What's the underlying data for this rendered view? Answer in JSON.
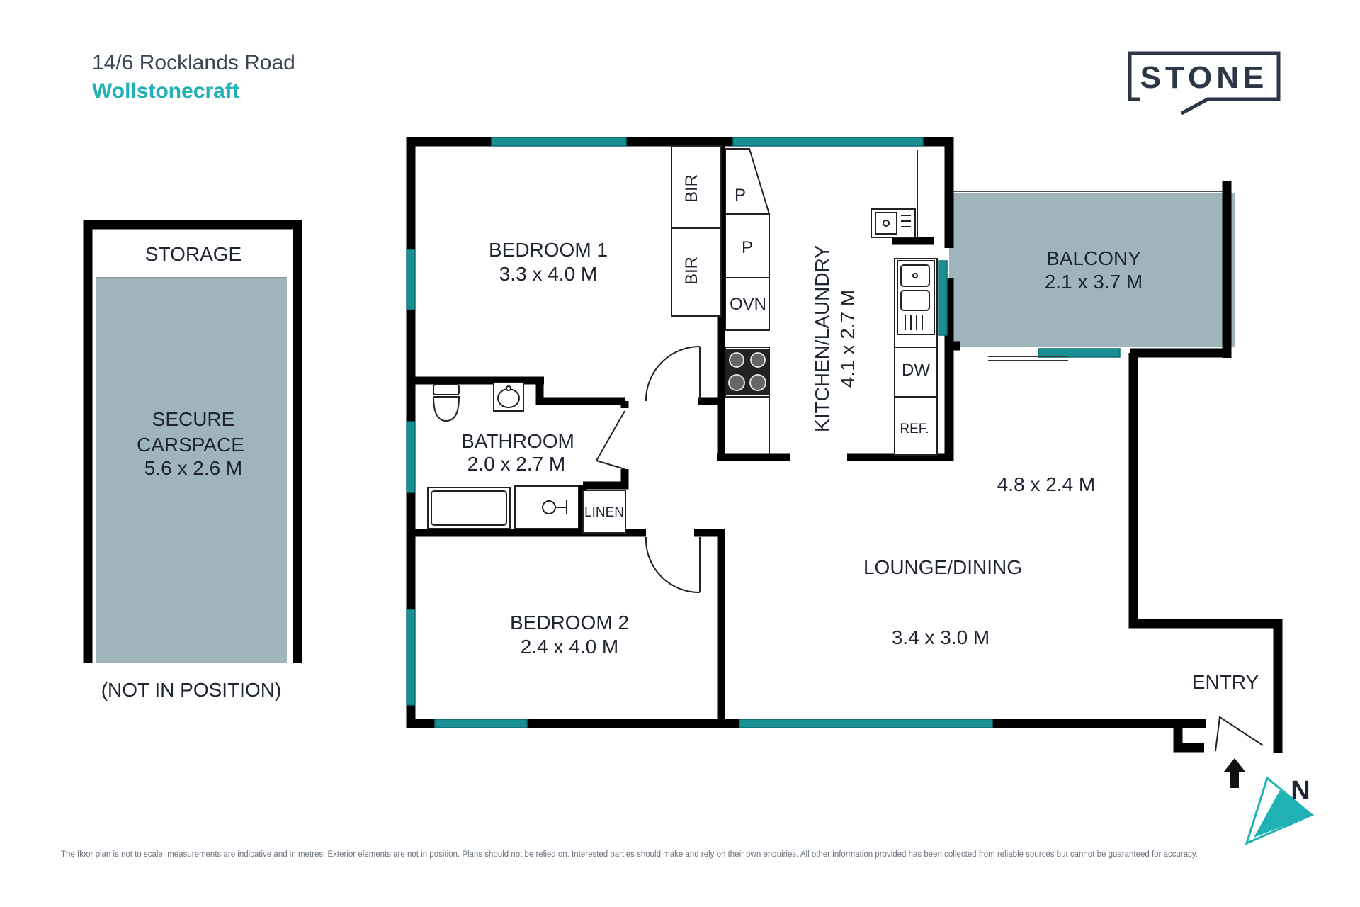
{
  "header": {
    "street": "14/6 Rocklands Road",
    "suburb": "Wollstonecraft"
  },
  "brand": {
    "name": "STONE",
    "color": "#2d3644"
  },
  "colors": {
    "wall": "#000000",
    "window": "#1a8f93",
    "outdoor_fill": "#a0b4bb",
    "accent": "#1fb1b4"
  },
  "rooms": {
    "storage": "STORAGE",
    "carspace_line1": "SECURE",
    "carspace_line2": "CARSPACE",
    "carspace_size": "5.6 x 2.6 M",
    "carspace_note": "(NOT IN POSITION)",
    "bedroom1": "BEDROOM 1",
    "bedroom1_size": "3.3 x 4.0 M",
    "bir1": "BIR",
    "bir2": "BIR",
    "pantry1": "P",
    "pantry2": "P",
    "oven": "OVN",
    "kitchen": "KITCHEN/LAUNDRY",
    "kitchen_size": "4.1 x 2.7 M",
    "dishwasher": "DW",
    "fridge": "REF.",
    "balcony": "BALCONY",
    "balcony_size": "2.1 x 3.7 M",
    "bathroom": "BATHROOM",
    "bathroom_size": "2.0 x 2.7 M",
    "linen": "LINEN",
    "bedroom2": "BEDROOM 2",
    "bedroom2_size": "2.4 x 4.0 M",
    "dining_size": "4.8 x 2.4 M",
    "lounge_dining": "LOUNGE/DINING",
    "lounge_size": "3.4 x 3.0 M",
    "entry": "ENTRY"
  },
  "compass": {
    "label": "N",
    "icon": "north-arrow-icon"
  },
  "footer": {
    "disclaimer": "The floor plan is not to scale; measurements are indicative and in metres. Exterior elements are not in position. Plans should not be relied on. Interested parties should make and rely on their own enquiries. All other information provided has been collected from reliable sources but cannot be guaranteed for accuracy."
  }
}
